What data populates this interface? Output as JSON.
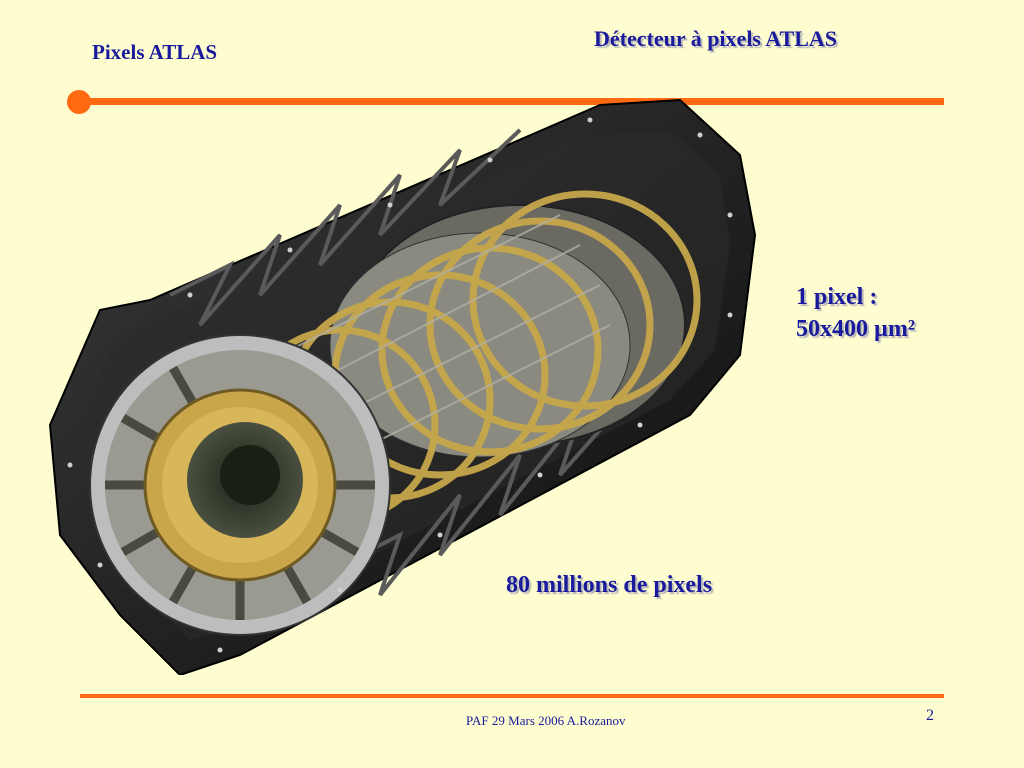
{
  "header": {
    "corner_title": "Pixels ATLAS",
    "slide_title": "Détecteur à pixels ATLAS"
  },
  "body": {
    "pixel_size_line1": "1 pixel :",
    "pixel_size_line2": "50x400 µm²",
    "pixel_count": "80 millions de pixels"
  },
  "footer": {
    "text": "PAF  29 Mars  2006 A.Rozanov",
    "page_number": "2"
  },
  "colors": {
    "background": "#fefdd0",
    "accent": "#ff6a10",
    "text": "#1a1a9c"
  }
}
